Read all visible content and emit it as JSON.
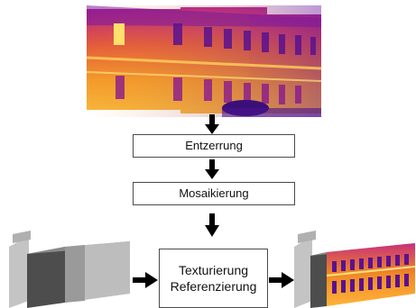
{
  "steps": {
    "rectification": "Entzerrung",
    "mosaicking": "Mosaikierung",
    "texturing": "Texturierung",
    "referencing": "Referenzierung"
  },
  "colors": {
    "thermal_dark": "#4a0f8c",
    "thermal_mid": "#d23a6a",
    "thermal_warm": "#f08a24",
    "thermal_hot": "#ffd54a",
    "model_dark": "#4d4d4d",
    "model_mid": "#9a9a9a",
    "model_light": "#c4c4c4",
    "arrow": "#000000"
  }
}
